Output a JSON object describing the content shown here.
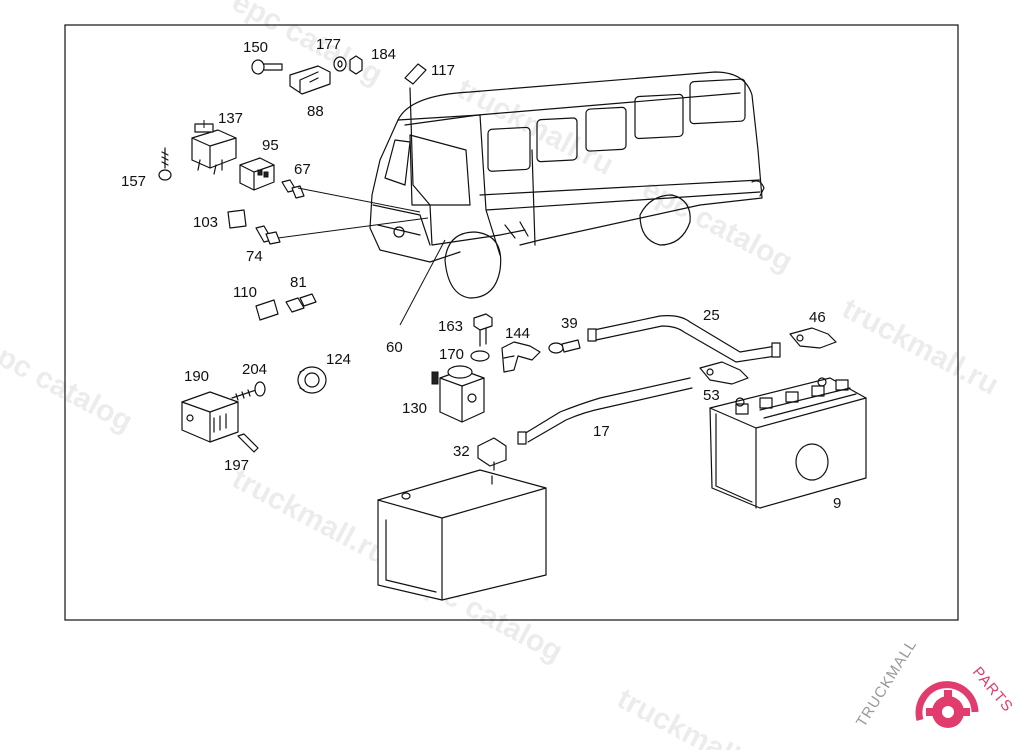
{
  "diagram": {
    "part_labels": [
      "150",
      "177",
      "184",
      "117",
      "88",
      "137",
      "95",
      "67",
      "157",
      "103",
      "74",
      "110",
      "81",
      "60",
      "163",
      "144",
      "39",
      "25",
      "46",
      "170",
      "130",
      "190",
      "204",
      "124",
      "53",
      "17",
      "32",
      "197",
      "9"
    ]
  },
  "watermark": {
    "text_primary": "truckmall.ru",
    "text_secondary": "epc catalog"
  },
  "logo": {
    "brand_text": "TRUCKMALLPARTS",
    "brand_main": "TRUCKMALL",
    "brand_accent": "PARTS",
    "accent_color": "#e23c6e",
    "gray_color": "#9a9a9a"
  }
}
